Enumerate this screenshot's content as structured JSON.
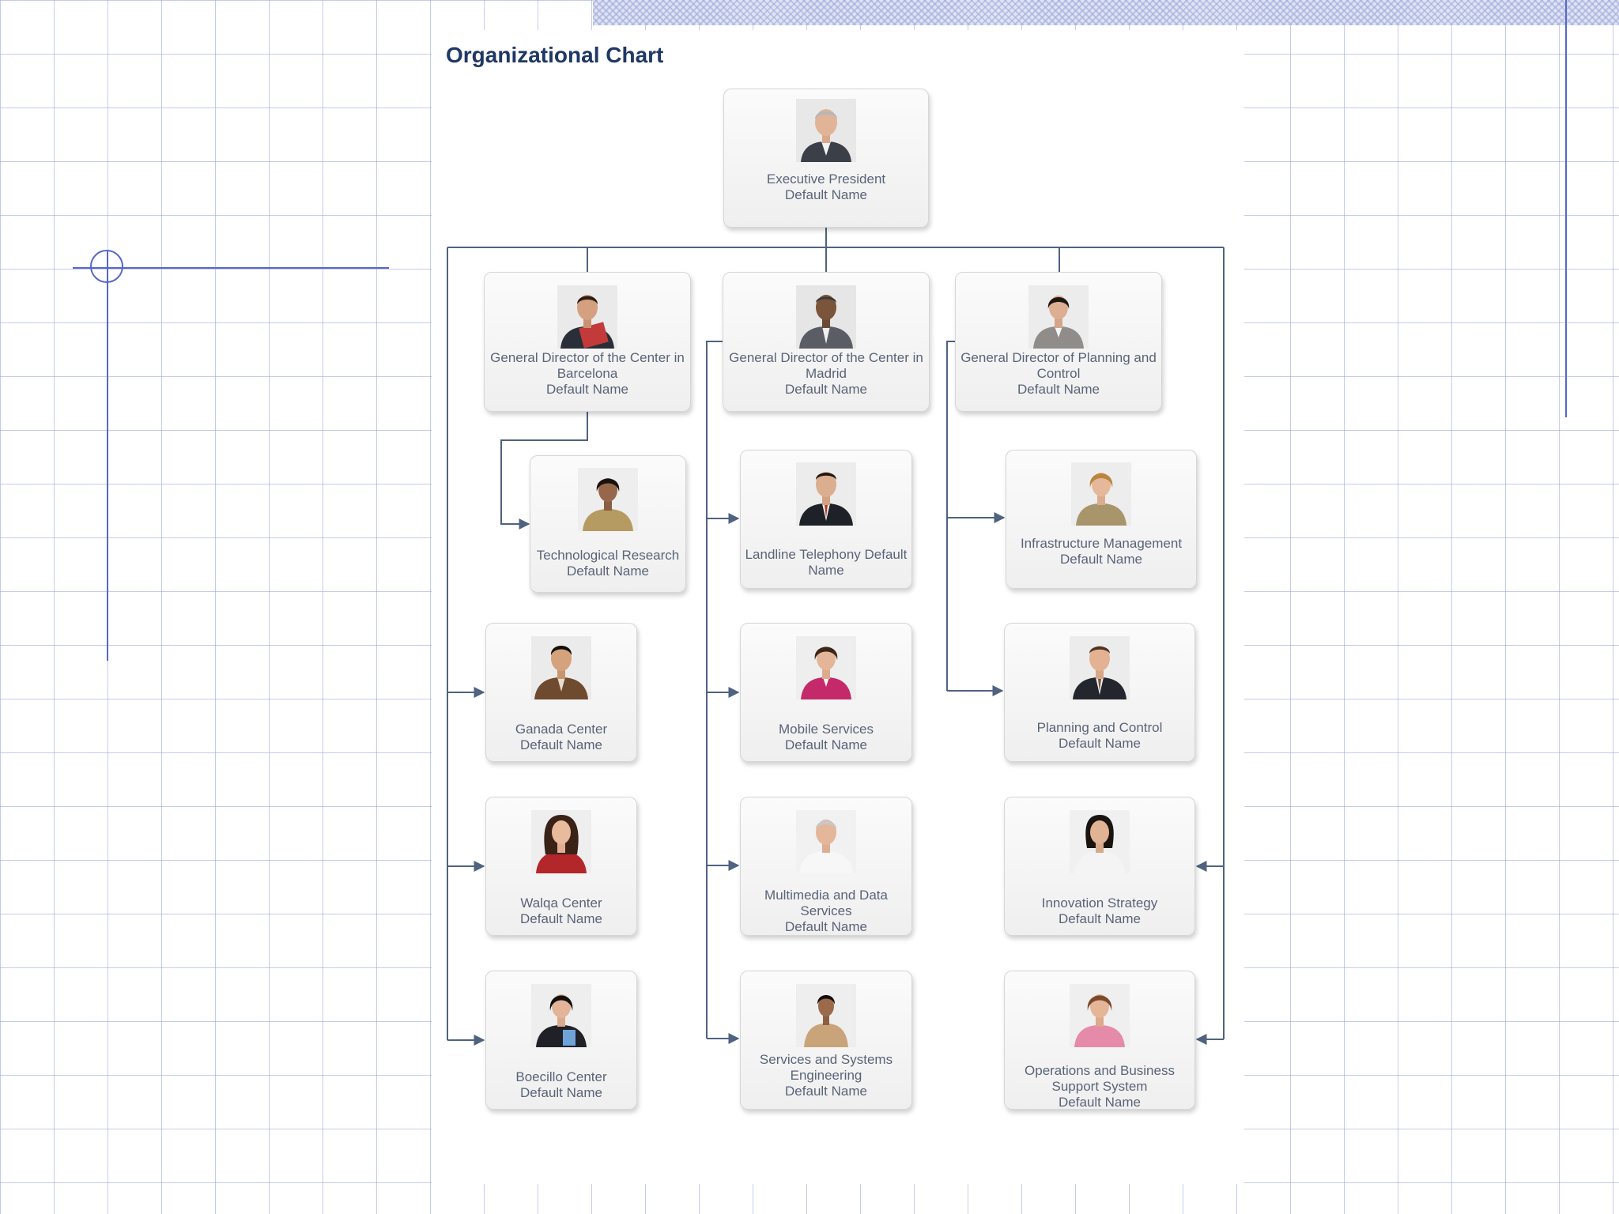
{
  "title": "Organizational Chart",
  "colors": {
    "title": "#1f3864",
    "node_text": "#5a6478",
    "connector": "#4f6280",
    "grid": "#969cdc",
    "accent_line": "#5668c8"
  },
  "nodes": {
    "exec": {
      "title": "Executive President",
      "name": "Default Name",
      "photo": "person-photo-man-gray-suit"
    },
    "barcelona": {
      "title": "General Director of the Center in Barcelona",
      "name": "Default Name",
      "photo": "person-photo-man-with-book"
    },
    "madrid": {
      "title": "General Director of the Center in Madrid",
      "name": "Default Name",
      "photo": "person-photo-man-gray-suit"
    },
    "planning_gd": {
      "title": "General Director of Planning and Control",
      "name": "Default Name",
      "photo": "person-photo-woman-gray-suit"
    },
    "tech": {
      "title": "Technological Research",
      "name": "Default Name",
      "photo": "person-photo-woman-smiling"
    },
    "landline": {
      "title": "Landline Telephony Default Name",
      "name": "",
      "photo": "person-photo-man-dark-suit"
    },
    "infra": {
      "title": "Infrastructure Management",
      "name": "Default Name",
      "photo": "person-photo-woman-blonde"
    },
    "ganada": {
      "title": "Ganada Center",
      "name": "Default Name",
      "photo": "person-photo-man-brown-jacket"
    },
    "mobile": {
      "title": "Mobile Services",
      "name": "Default Name",
      "photo": "person-photo-woman-pink-jacket"
    },
    "planning": {
      "title": "Planning and Control",
      "name": "Default Name",
      "photo": "person-photo-man-dark-suit"
    },
    "walqa": {
      "title": "Walqa Center",
      "name": "Default Name",
      "photo": "person-photo-woman-red-top"
    },
    "multimedia": {
      "title": "Multimedia and Data Services",
      "name": "Default Name",
      "photo": "person-photo-man-white-coat"
    },
    "innovation": {
      "title": "Innovation Strategy",
      "name": "Default Name",
      "photo": "person-photo-woman-white-top"
    },
    "boecillo": {
      "title": "Boecillo Center",
      "name": "Default Name",
      "photo": "person-photo-woman-dark-suit"
    },
    "services": {
      "title": "Services and Systems Engineering",
      "name": "Default Name",
      "photo": "person-photo-woman-beige"
    },
    "operations": {
      "title": "Operations and Business Support System",
      "name": "Default Name",
      "photo": "person-photo-woman-pink-top"
    }
  }
}
